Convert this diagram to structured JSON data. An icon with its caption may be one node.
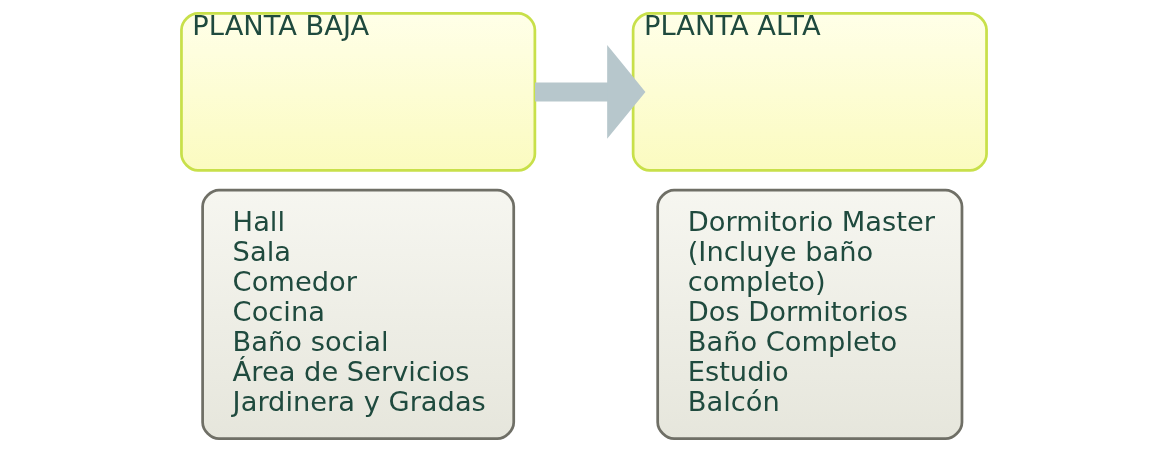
{
  "diagram": {
    "nodes": [
      {
        "text": [
          "PLANTA BAJA"
        ]
      },
      {
        "text": [
          "Hall",
          "Sala",
          "Comedor",
          "Cocina",
          "Baño social",
          "Área de Servicios",
          "Jardinera y Gradas"
        ]
      },
      {
        "text": [
          "PLANTA ALTA"
        ]
      },
      {
        "text": [
          "Dormitorio Master (Incluye baño completo)",
          "Dos Dormitorios",
          "Baño Completo",
          "Estudio",
          "Balcón"
        ]
      }
    ],
    "edges": [
      {
        "from": 0,
        "to": 2,
        "arrow": "to"
      }
    ]
  }
}
